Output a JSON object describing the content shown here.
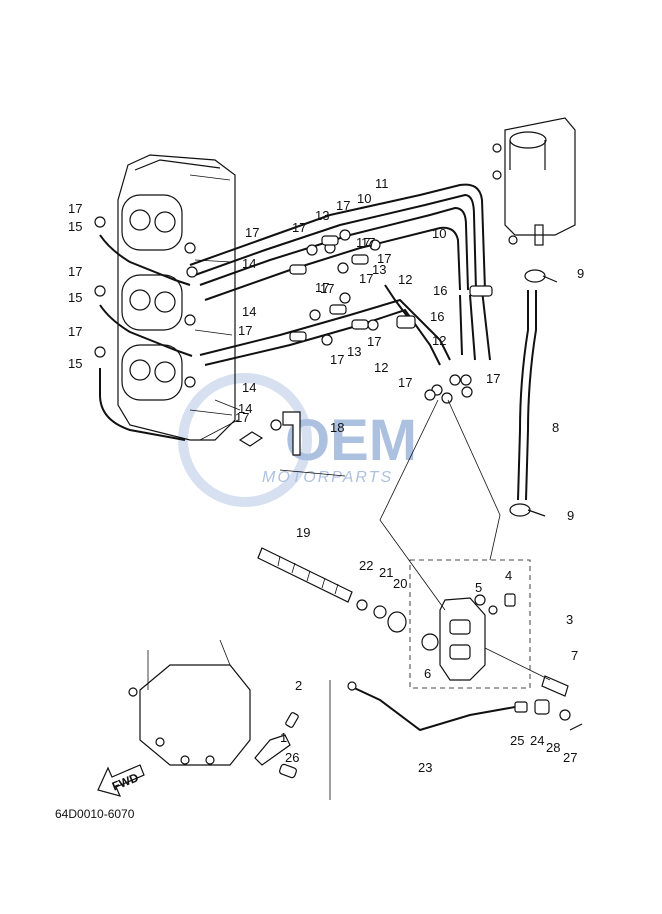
{
  "diagram": {
    "part_code": "64D0010-6070",
    "fwd_label": "FWD",
    "watermark": {
      "brand": "OEM",
      "sub": "MOTORPARTS",
      "color": "#6a8fc7"
    },
    "callouts": [
      "1",
      "2",
      "3",
      "4",
      "5",
      "6",
      "7",
      "8",
      "9",
      "9",
      "10",
      "10",
      "11",
      "12",
      "12",
      "12",
      "13",
      "13",
      "13",
      "14",
      "14",
      "14",
      "14",
      "15",
      "15",
      "15",
      "16",
      "16",
      "17",
      "17",
      "17",
      "17",
      "17",
      "17",
      "17",
      "17",
      "17",
      "17",
      "17",
      "17",
      "17",
      "17",
      "17",
      "17",
      "17",
      "17",
      "18",
      "19",
      "20",
      "21",
      "22",
      "23",
      "24",
      "25",
      "26",
      "27",
      "28"
    ]
  }
}
